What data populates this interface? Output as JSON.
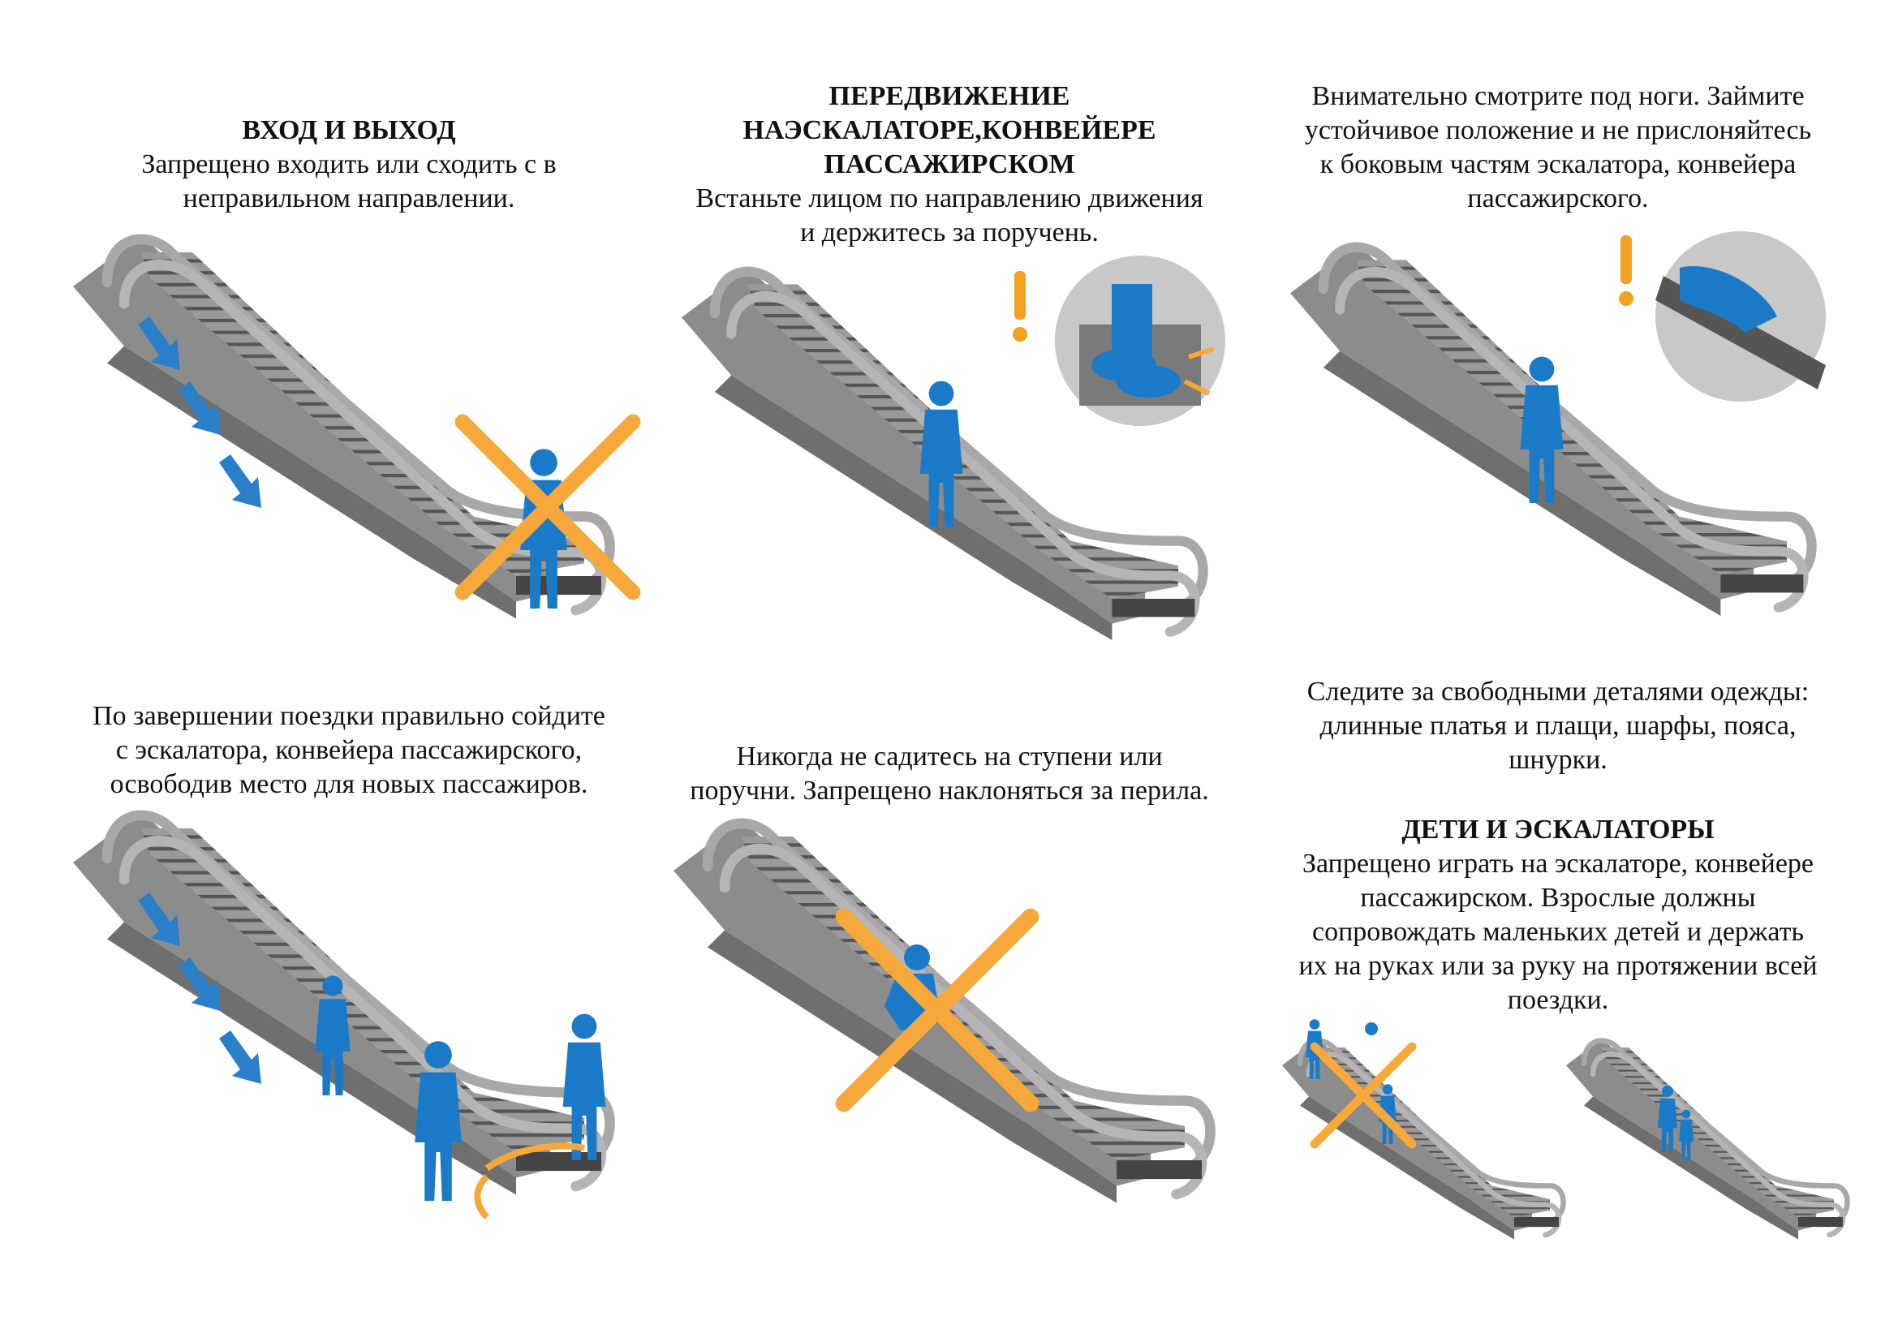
{
  "panels": [
    {
      "heading": [
        "ВХОД И ВЫХОД"
      ],
      "body": [
        "Запрещено входить или сходить с в",
        "неправильном направлении."
      ]
    },
    {
      "heading": [
        "ПЕРЕДВИЖЕНИЕ",
        "НАЭСКАЛАТОРЕ,КОНВЕЙЕРЕ",
        "ПАССАЖИРСКОМ"
      ],
      "body": [
        "Встаньте лицом по направлению движения",
        "и держитесь за поручень."
      ]
    },
    {
      "heading": [],
      "body": [
        "Внимательно смотрите под ноги. Займите",
        "устойчивое положение и не прислоняйтесь",
        "к боковым частям эскалатора, конвейера",
        "пассажирского."
      ]
    },
    {
      "heading": [],
      "body": [
        "По завершении поездки правильно сойдите",
        "с эскалатора, конвейера пассажирского,",
        "освободив место для новых пассажиров."
      ]
    },
    {
      "heading": [],
      "body": [
        "Никогда не садитесь на ступени или",
        "поручни. Запрещено наклоняться за перила."
      ]
    },
    {
      "heading": [],
      "body": [
        "Следите за свободными деталями одежды:",
        "длинные платья и плащи, шарфы, пояса,",
        "шнурки."
      ]
    },
    {
      "heading": [
        "ДЕТИ И ЭСКАЛАТОРЫ"
      ],
      "body": [
        "Запрещено играть на эскалаторе, конвейере",
        "пассажирском. Взрослые должны",
        "сопровождать маленьких детей и держать",
        "их на руках или за руку на протяжении всей",
        "поездки."
      ]
    }
  ],
  "colors": {
    "escalator_side": "#8c8c8c",
    "escalator_dark": "#555555",
    "steps": "#9a9a9a",
    "handrail": "#a8a8a8",
    "figure": "#1a7ac8",
    "arrow": "#2b7fc9",
    "cross": "#f7a83a",
    "warning": "#f4a021",
    "circle_bg": "#c8c8c8"
  },
  "icons": {
    "down_arrows": "direction-arrow-icon",
    "prohibited": "cross-prohibited-icon",
    "warning": "exclamation-warning-icon"
  }
}
